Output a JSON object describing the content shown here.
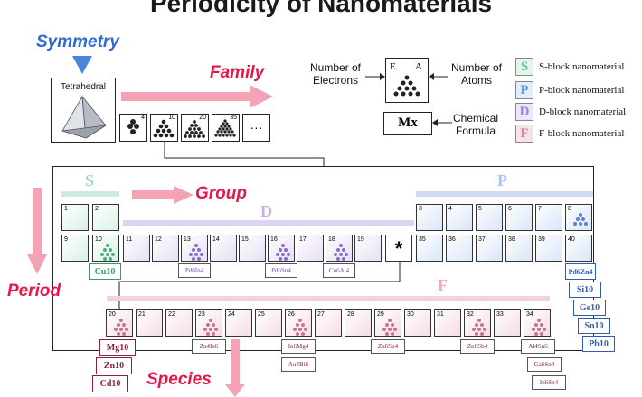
{
  "title": "Periodicity of Nanomaterials",
  "labels": {
    "symmetry": "Symmetry",
    "tetrahedral": "Tetrahedral",
    "family": "Family",
    "group": "Group",
    "period": "Period",
    "species": "Species",
    "s_block": "S",
    "p_block": "P",
    "d_block": "D",
    "f_block": "F",
    "asterisk": "*",
    "ellipsis": "···"
  },
  "family_sizes": [
    "4",
    "10",
    "20",
    "35"
  ],
  "schematic": {
    "number_of_electrons": "Number of Electrons",
    "number_of_atoms": "Number of Atoms",
    "chemical_formula": "Chemical Formula",
    "e": "E",
    "a": "A",
    "mx": "Mx"
  },
  "legend": [
    {
      "letter": "S",
      "text": "S-block nanomaterial",
      "color": "#7fd3a8",
      "fill": "#e4f6ec"
    },
    {
      "letter": "P",
      "text": "P-block nanomaterial",
      "color": "#7fa6e3",
      "fill": "#e2ecfa"
    },
    {
      "letter": "D",
      "text": "D-block nanomaterial",
      "color": "#a58fd8",
      "fill": "#ece6f8"
    },
    {
      "letter": "F",
      "text": "F-block nanomaterial",
      "color": "#e38aa6",
      "fill": "#f8e3ea"
    }
  ],
  "row1": {
    "s": [
      "1",
      "2"
    ],
    "p": [
      "3",
      "4",
      "5",
      "6",
      "7",
      "8"
    ]
  },
  "row2": {
    "s": [
      "9",
      "10"
    ],
    "d": [
      "11",
      "12",
      "13",
      "14",
      "15",
      "16",
      "17",
      "18",
      "19"
    ],
    "p": [
      "35",
      "36",
      "37",
      "38",
      "39",
      "40"
    ]
  },
  "row3_f": [
    "20",
    "21",
    "22",
    "23",
    "24",
    "25",
    "26",
    "27",
    "28",
    "29",
    "30",
    "31",
    "32",
    "33",
    "34"
  ],
  "formulas": {
    "cu10": "Cu10",
    "pd6in4": "Pd6In4",
    "pd6sn4": "Pd6Sn4",
    "cu6al4": "Cu6Al4",
    "p_column": [
      "Pd6Zn4",
      "Si10",
      "Ge10",
      "Sn10",
      "Pb10"
    ],
    "f_left": [
      "Mg10",
      "Zn10",
      "Cd10"
    ],
    "f_tags": [
      "Zn4In6",
      "In6Mg4",
      "Au4Bi6",
      "Zn6Sn4",
      "Zn6Sb4",
      "Al4Sn6",
      "Ga6Sn4",
      "In6Sn4"
    ]
  }
}
